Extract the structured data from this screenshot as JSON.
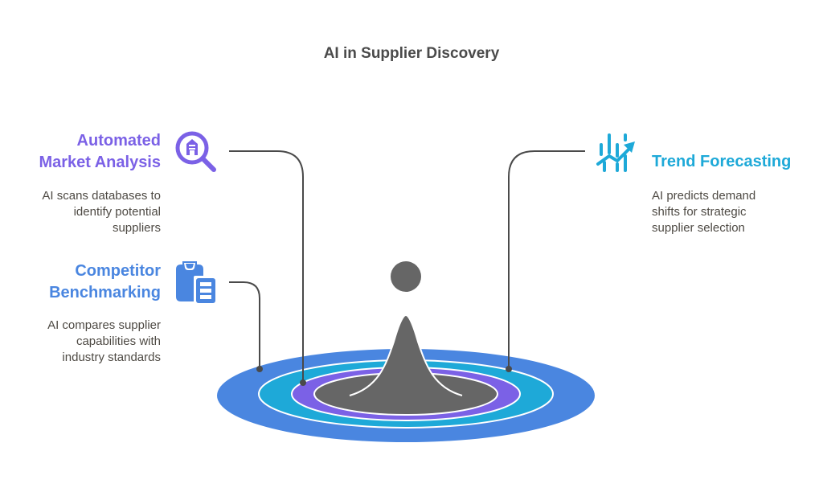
{
  "title": "AI in Supplier Discovery",
  "colors": {
    "purple": "#7B61E6",
    "blue": "#4A86E0",
    "cyan": "#1EA9D8",
    "gray": "#666666",
    "text": "#4e4a44",
    "connector": "#4a4a4a"
  },
  "items": [
    {
      "heading_line1": "Automated",
      "heading_line2": "Market Analysis",
      "description_lines": [
        "AI scans databases to",
        "identify potential",
        "suppliers"
      ],
      "icon": "magnifier-building-icon",
      "color": "#7B61E6",
      "ring": "purple"
    },
    {
      "heading_line1": "Competitor",
      "heading_line2": "Benchmarking",
      "description_lines": [
        "AI compares supplier",
        "capabilities with",
        "industry standards"
      ],
      "icon": "clipboard-list-icon",
      "color": "#4A86E0",
      "ring": "blue"
    },
    {
      "heading_line1": "Trend Forecasting",
      "description_lines": [
        "AI predicts demand",
        "shifts for strategic",
        "supplier selection"
      ],
      "icon": "trend-chart-icon",
      "color": "#1EA9D8",
      "ring": "cyan"
    }
  ]
}
